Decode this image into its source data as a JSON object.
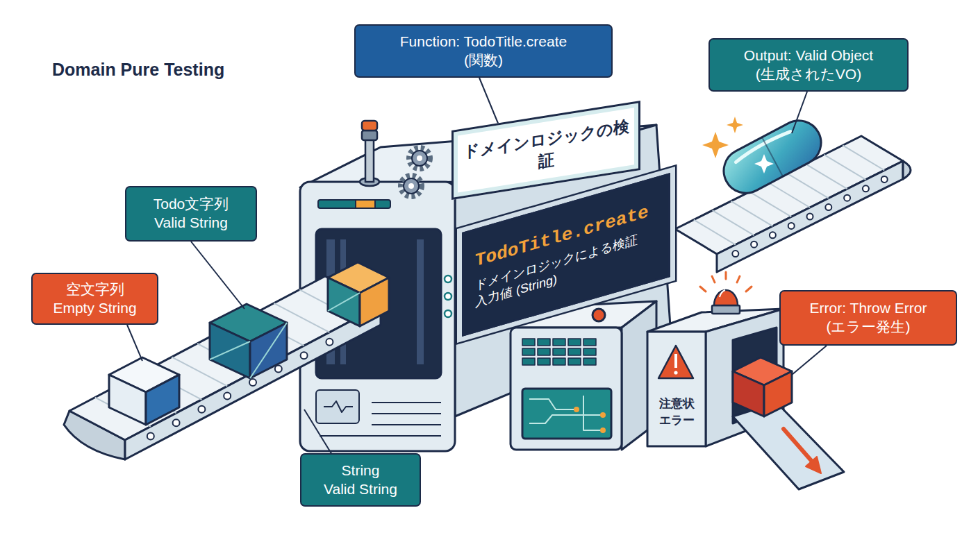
{
  "diagram": {
    "title": "Domain Pure Testing",
    "nodes": [
      {
        "text": [
          "Function: TodoTitle.create (関数)"
        ]
      },
      {
        "text": [
          "Output: Valid Object (生成されたVO)"
        ]
      },
      {
        "text": [
          "ドメインロジックの検証"
        ]
      },
      {
        "text": [
          "Todo文字列 Valid String"
        ]
      },
      {
        "text": [
          "TodoTitle.create",
          "ドメインロジックによる検証",
          "入力値 (String)"
        ]
      },
      {
        "text": [
          "空文字列 Empty String"
        ]
      },
      {
        "text": [
          "Error: Throw Error (エラー発生)"
        ]
      },
      {
        "text": [
          "注意状 エラー"
        ]
      },
      {
        "text": [
          "String Valid String"
        ]
      }
    ]
  }
}
